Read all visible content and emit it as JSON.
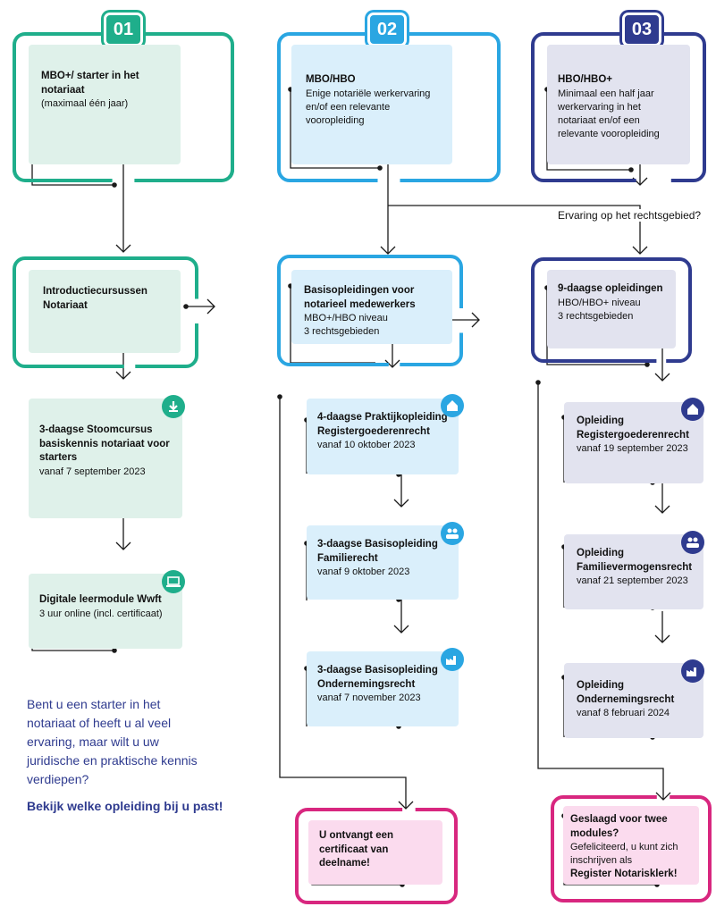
{
  "colors": {
    "green": "#1fae8b",
    "blue": "#2aa6e2",
    "navy": "#2f3b8f",
    "pink": "#d8277f",
    "line": "#1a1a1a"
  },
  "columns": [
    {
      "number": "01",
      "title": "MBO+/ starter in het notariaat",
      "sub": "(maximaal één jaar)"
    },
    {
      "number": "02",
      "title": "MBO/HBO",
      "sub": "Enige notariële werkervaring en/of een relevante vooropleiding"
    },
    {
      "number": "03",
      "title": "HBO/HBO+",
      "sub": "Minimaal een half jaar werkervaring in het notariaat en/of een relevante vooropleiding"
    }
  ],
  "question": "Ervaring op het rechtsgebied?",
  "level2": [
    {
      "title": "Introductiecursussen Notariaat",
      "sub": ""
    },
    {
      "title": "Basisopleidingen voor notarieel medewerkers",
      "sub": "MBO+/HBO niveau\n3 rechtsgebieden"
    },
    {
      "title": "9-daagse opleidingen",
      "sub": "HBO/HBO+ niveau\n3 rechtsgebieden"
    }
  ],
  "col1_cards": [
    {
      "title": "3-daagse Stoomcursus basiskennis notariaat voor starters",
      "sub": "vanaf 7 september 2023",
      "icon": "download-arrow-icon"
    },
    {
      "title": "Digitale leermodule Wwft",
      "sub": "3 uur online (incl. certificaat)",
      "icon": "laptop-icon"
    }
  ],
  "col2_cards": [
    {
      "title": "4-daagse Praktijkopleiding Registergoederenrecht",
      "sub": "vanaf 10 oktober 2023",
      "icon": "house-icon"
    },
    {
      "title": "3-daagse Basisopleiding Familierecht",
      "sub": "vanaf 9 oktober 2023",
      "icon": "family-icon"
    },
    {
      "title": "3-daagse Basisopleiding Ondernemingsrecht",
      "sub": "vanaf 7 november 2023",
      "icon": "factory-icon"
    }
  ],
  "col3_cards": [
    {
      "title": "Opleiding Registergoederenrecht",
      "sub": "vanaf 19 september 2023",
      "icon": "house-icon"
    },
    {
      "title": "Opleiding Familievermogensrecht",
      "sub": "vanaf 21 september 2023",
      "icon": "family-icon"
    },
    {
      "title": "Opleiding Ondernemingsrecht",
      "sub": "vanaf 8 februari 2024",
      "icon": "factory-icon"
    }
  ],
  "final_col2": "U ontvangt een certificaat van deelname!",
  "final_col3": {
    "title": "Geslaagd voor twee modules?",
    "sub": "Gefeliciteerd, u kunt zich inschrijven als",
    "bold": "Register Notarisklerk!"
  },
  "intro": "Bent u een starter in het notariaat of heeft u al veel ervaring, maar wilt u uw juridische en praktische kennis verdiepen?",
  "cta": "Bekijk welke opleiding bij u past!"
}
